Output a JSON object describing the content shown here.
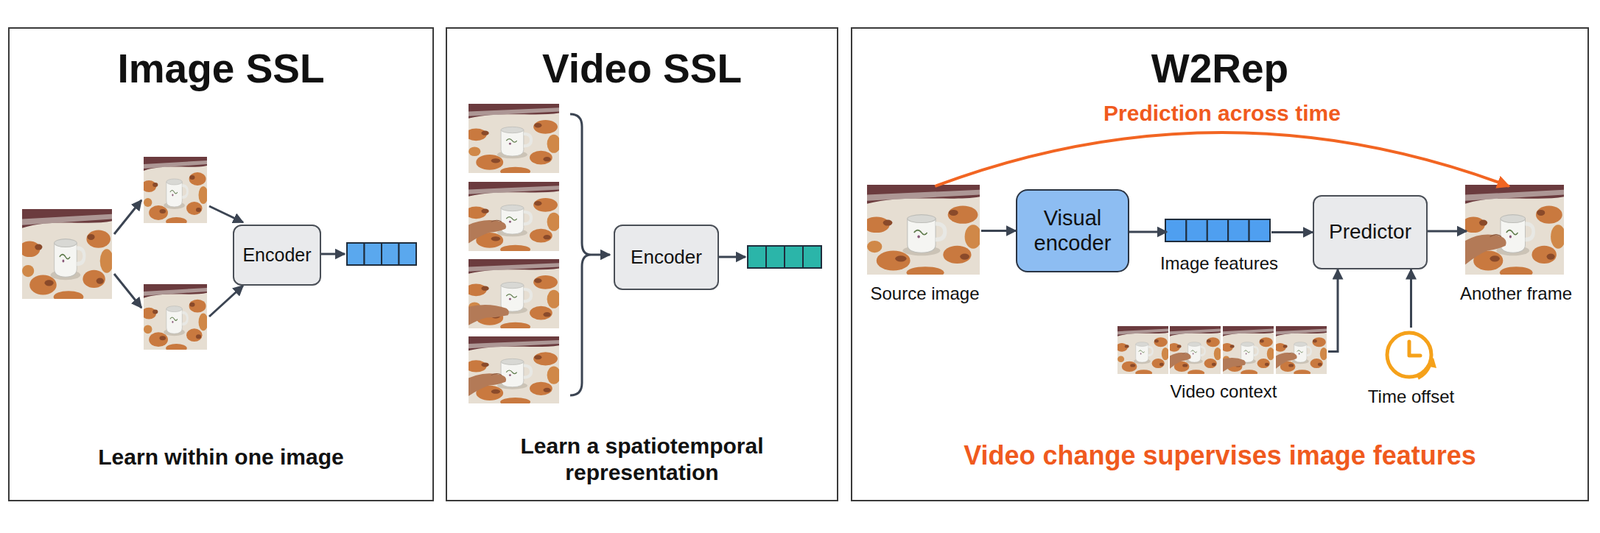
{
  "diagram": {
    "nodes": [
      {
        "text": [
          "Image SSL",
          "Learn within one image"
        ]
      },
      {
        "text": [
          "Encoder"
        ],
        "in": 0
      },
      {
        "text": [
          "Video SSL",
          "Learn a spatiotemporal representation"
        ]
      },
      {
        "text": [
          "Encoder"
        ],
        "in": 2
      },
      {
        "text": [
          "W2Rep",
          "Video change supervises image features"
        ]
      },
      {
        "text": [
          "Source image"
        ],
        "in": 4
      },
      {
        "text": [
          "Visual encoder"
        ],
        "in": 4
      },
      {
        "text": [
          "Image features"
        ],
        "in": 4
      },
      {
        "text": [
          "Predictor"
        ],
        "in": 4
      },
      {
        "text": [
          "Another frame"
        ],
        "in": 4
      },
      {
        "text": [
          "Video context"
        ],
        "in": 4
      },
      {
        "text": [
          "Time offset"
        ],
        "in": 4
      }
    ],
    "edges": [
      {
        "from": 5,
        "to": 9,
        "label": "Prediction across time",
        "arrow": "to"
      },
      {
        "from": 5,
        "to": 6,
        "arrow": "to"
      },
      {
        "from": 6,
        "to": 7,
        "arrow": "to"
      },
      {
        "from": 7,
        "to": 8,
        "arrow": "to"
      },
      {
        "from": 8,
        "to": 9,
        "arrow": "to"
      },
      {
        "from": 10,
        "to": 8,
        "arrow": "to"
      },
      {
        "from": 11,
        "to": 8,
        "arrow": "to"
      }
    ]
  }
}
